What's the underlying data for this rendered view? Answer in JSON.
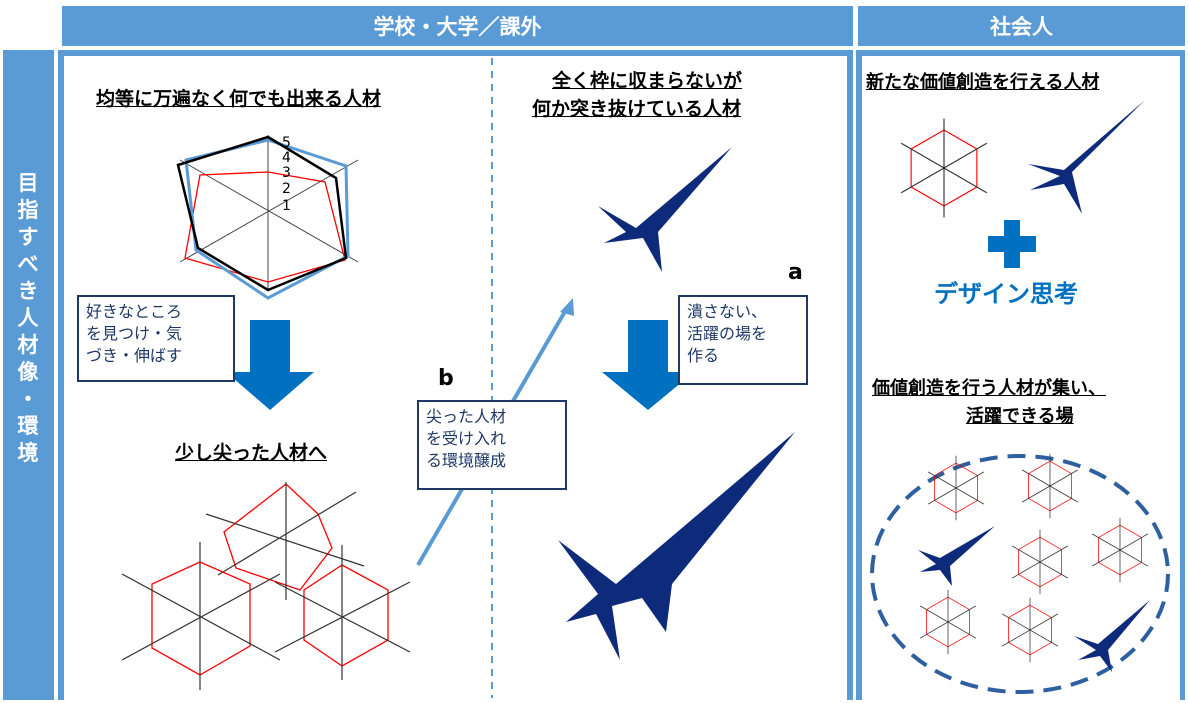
{
  "headers": {
    "school": "学校・大学／課外",
    "society": "社会人"
  },
  "side_label": [
    "目",
    "指",
    "す",
    "べ",
    "き",
    "人",
    "材",
    "像",
    "・",
    "環",
    "境"
  ],
  "school": {
    "left_title": "均等に万遍なく何でも出来る人材",
    "radar_ticks": [
      "5",
      "4",
      "3",
      "2",
      "1"
    ],
    "box_find": [
      "好きなところ",
      "を見つけ・気",
      "づき・伸ばす"
    ],
    "left_bottom_title": "少し尖った人材へ",
    "label_b": "b",
    "box_env": [
      "尖った人材",
      "を受け入れ",
      "る環境醸成"
    ],
    "right_title": [
      "全く枠に収まらないが",
      "何か突き抜けている人材"
    ],
    "label_a": "a",
    "box_stage": [
      "潰さない、",
      "活躍の場を",
      "作る"
    ]
  },
  "society": {
    "top_title": "新たな価値創造を行える人材",
    "design_thinking": "デザイン思考",
    "bottom_title": [
      "価値創造を行う人材が集い、",
      "活躍できる場"
    ]
  },
  "colors": {
    "header_blue": "#5b9bd5",
    "arrow_blue": "#0070c0",
    "spike_navy": "#0d2b7a",
    "radar_red": "#ff0000",
    "box_border": "#1f3864"
  }
}
